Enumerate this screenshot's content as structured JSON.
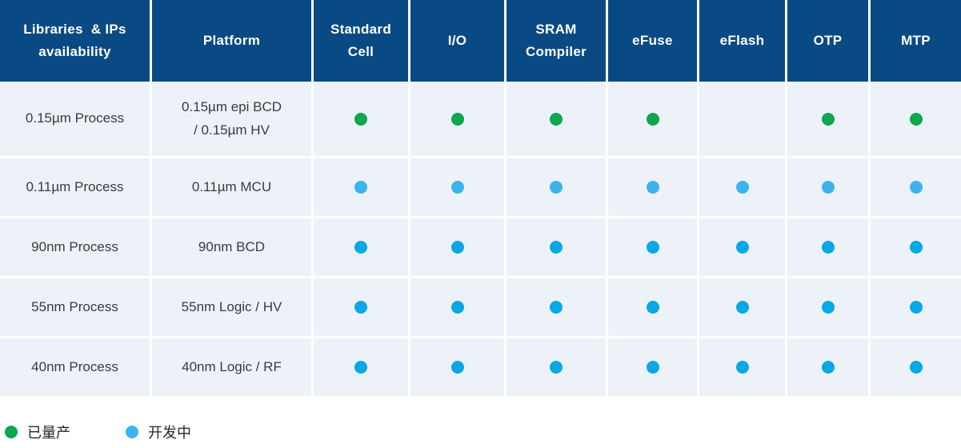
{
  "chart_data": {
    "type": "table",
    "columns": [
      "Libraries  & IPs\navailability",
      "Platform",
      "Standard\nCell",
      "I/O",
      "SRAM\nCompiler",
      "eFuse",
      "eFlash",
      "OTP",
      "MTP"
    ],
    "rows": [
      {
        "process": "0.15µm Process",
        "platform": "0.15µm epi BCD\n/ 0.15µm HV",
        "cells": [
          "green",
          "green",
          "green",
          "green",
          "none",
          "green",
          "green"
        ]
      },
      {
        "process": "0.11µm Process",
        "platform": "0.11µm MCU",
        "cells": [
          "blue_light",
          "blue_light",
          "blue_light",
          "blue_light",
          "blue_light",
          "blue_light",
          "blue_light"
        ]
      },
      {
        "process": "90nm Process",
        "platform": "90nm BCD",
        "cells": [
          "blue",
          "blue",
          "blue",
          "blue",
          "blue",
          "blue",
          "blue"
        ]
      },
      {
        "process": "55nm Process",
        "platform": "55nm Logic / HV",
        "cells": [
          "blue",
          "blue",
          "blue",
          "blue",
          "blue",
          "blue",
          "blue"
        ]
      },
      {
        "process": "40nm Process",
        "platform": "40nm Logic / RF",
        "cells": [
          "blue",
          "blue",
          "blue",
          "blue",
          "blue",
          "blue",
          "blue"
        ]
      }
    ],
    "colors": {
      "green": "#0ca74e",
      "blue": "#09a7e6",
      "blue_light": "#3bb4ed",
      "header_bg": "#0a4a84",
      "row_bg": "#edf2f9"
    },
    "legend": [
      {
        "label": "已量产",
        "color_key": "green"
      },
      {
        "label": "开发中",
        "color_key": "blue_light"
      }
    ]
  }
}
